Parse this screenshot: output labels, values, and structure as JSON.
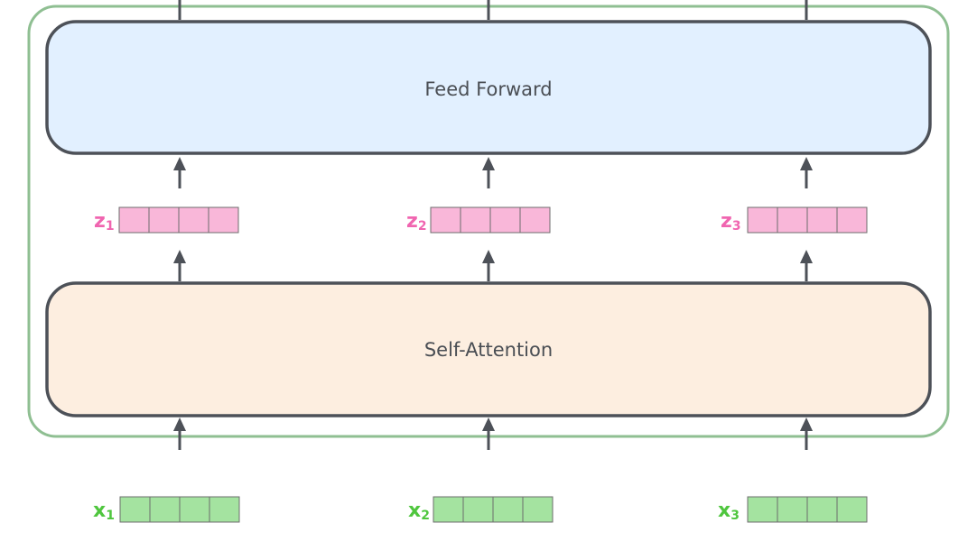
{
  "blocks": {
    "feed_forward": {
      "label": "Feed Forward"
    },
    "self_attention": {
      "label": "Self-Attention"
    }
  },
  "z_vectors": [
    {
      "base": "z",
      "sub": "1",
      "cells": 4
    },
    {
      "base": "z",
      "sub": "2",
      "cells": 4
    },
    {
      "base": "z",
      "sub": "3",
      "cells": 4
    }
  ],
  "x_vectors": [
    {
      "base": "x",
      "sub": "1",
      "cells": 4
    },
    {
      "base": "x",
      "sub": "2",
      "cells": 4
    },
    {
      "base": "x",
      "sub": "3",
      "cells": 4
    }
  ],
  "colors": {
    "encoder_border": "#8fbf92",
    "block_border": "#4d5158",
    "feed_forward_fill": "#e2f0ff",
    "self_attention_fill": "#fdeee0",
    "z_cell_fill": "#f9b7d9",
    "z_label": "#f065b0",
    "x_cell_fill": "#a4e3a0",
    "x_label": "#4fc63e",
    "arrow": "#4d5158",
    "cell_border": "#6d6d6d"
  }
}
